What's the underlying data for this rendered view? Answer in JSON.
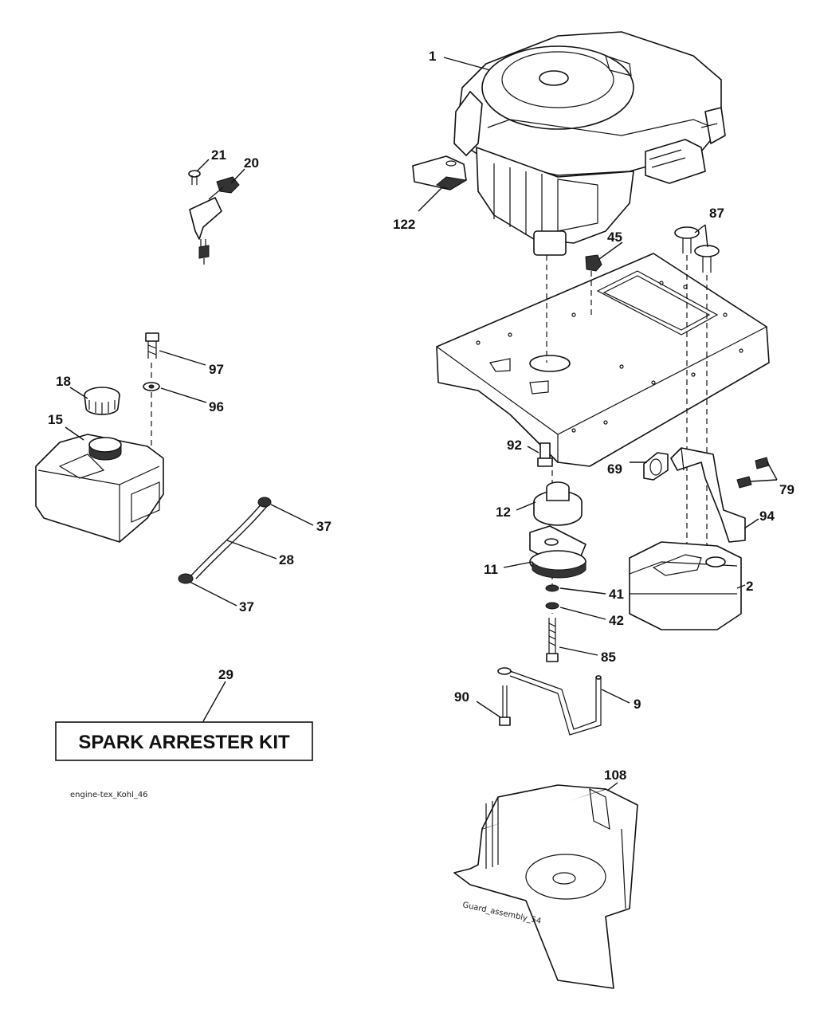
{
  "callouts": {
    "c1": "1",
    "c2": "2",
    "c9": "9",
    "c11": "11",
    "c12": "12",
    "c15": "15",
    "c18": "18",
    "c20": "20",
    "c21": "21",
    "c28": "28",
    "c29": "29",
    "c37a": "37",
    "c37b": "37",
    "c41": "41",
    "c42": "42",
    "c45": "45",
    "c69": "69",
    "c79": "79",
    "c85": "85",
    "c87": "87",
    "c90": "90",
    "c92": "92",
    "c94": "94",
    "c96": "96",
    "c97": "97",
    "c108": "108",
    "c122": "122"
  },
  "kit_label": "SPARK ARRESTER KIT",
  "file_tag": "engine-tex_Kohl_46",
  "guard_tag": "Guard_assembly_54"
}
